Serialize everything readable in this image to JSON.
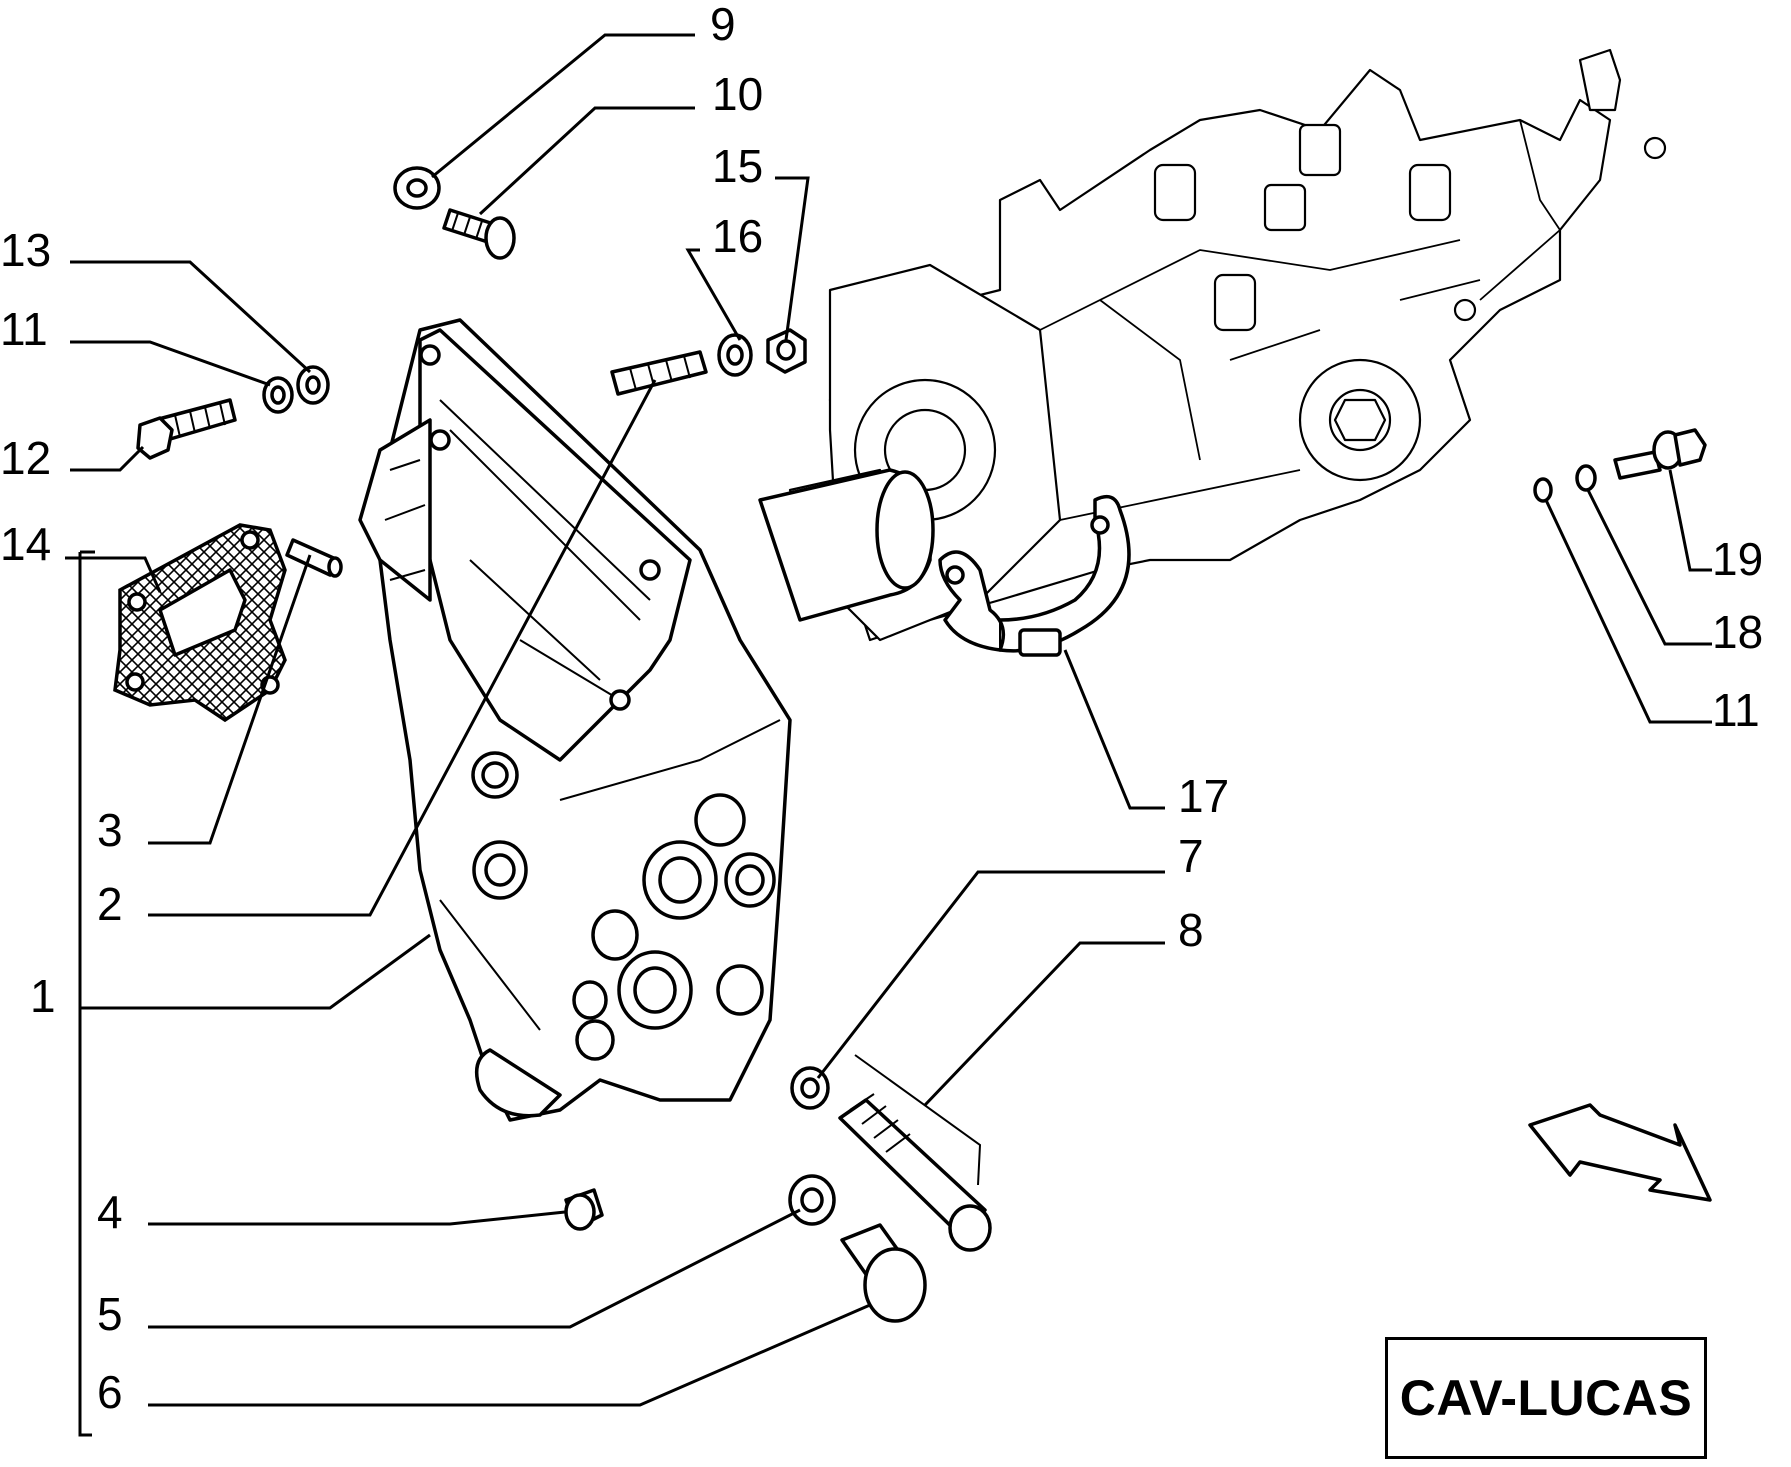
{
  "brand": {
    "label": "CAV-LUCAS"
  },
  "callouts": [
    {
      "id": "9",
      "label": "9"
    },
    {
      "id": "10",
      "label": "10"
    },
    {
      "id": "15",
      "label": "15"
    },
    {
      "id": "16",
      "label": "16"
    },
    {
      "id": "13",
      "label": "13"
    },
    {
      "id": "11a",
      "label": "11"
    },
    {
      "id": "12",
      "label": "12"
    },
    {
      "id": "14",
      "label": "14"
    },
    {
      "id": "3",
      "label": "3"
    },
    {
      "id": "2",
      "label": "2"
    },
    {
      "id": "1",
      "label": "1"
    },
    {
      "id": "4",
      "label": "4"
    },
    {
      "id": "5",
      "label": "5"
    },
    {
      "id": "6",
      "label": "6"
    },
    {
      "id": "7",
      "label": "7"
    },
    {
      "id": "8",
      "label": "8"
    },
    {
      "id": "17",
      "label": "17"
    },
    {
      "id": "19",
      "label": "19"
    },
    {
      "id": "18",
      "label": "18"
    },
    {
      "id": "11b",
      "label": "11"
    }
  ]
}
